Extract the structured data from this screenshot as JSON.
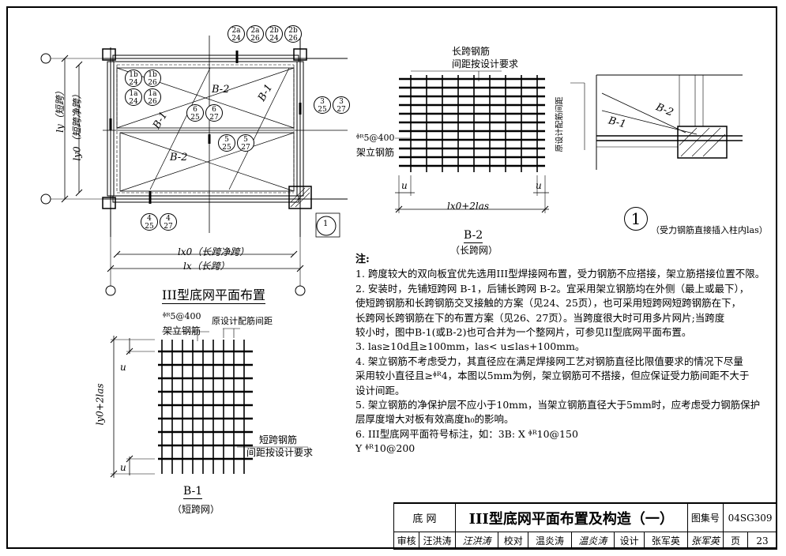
{
  "plan": {
    "title": "III型底网平面布置",
    "ly_label": "ly（短跨）",
    "ly0_label": "ly0（短跨净跨）",
    "lx0_label": "lx0（长跨净跨）",
    "lx_label": "lx（长跨）",
    "b2_label": "B-2",
    "b1_label": "B-1",
    "detail_ref": "1",
    "circles": [
      {
        "top": "2a",
        "bot": "24"
      },
      {
        "top": "2a",
        "bot": "26"
      },
      {
        "top": "2b",
        "bot": "24"
      },
      {
        "top": "2b",
        "bot": "26"
      },
      {
        "top": "1b",
        "bot": "24"
      },
      {
        "top": "1b",
        "bot": "26"
      },
      {
        "top": "1a",
        "bot": "24"
      },
      {
        "top": "1a",
        "bot": "26"
      },
      {
        "top": "3",
        "bot": "25"
      },
      {
        "top": "3",
        "bot": "27"
      },
      {
        "top": "6",
        "bot": "25"
      },
      {
        "top": "6",
        "bot": "27"
      },
      {
        "top": "5",
        "bot": "25"
      },
      {
        "top": "5",
        "bot": "27"
      },
      {
        "top": "4",
        "bot": "25"
      },
      {
        "top": "4",
        "bot": "27"
      }
    ]
  },
  "b2": {
    "top_label1": "长跨钢筋",
    "top_label2": "间距按设计要求",
    "left_label1": "ᶲᴿ5@400",
    "left_label2": "架立钢筋",
    "u1": "u",
    "u2": "u",
    "dim": "lx0+2las",
    "title": "B-2",
    "subtitle": "（长跨网）"
  },
  "b1": {
    "top_label1": "ᶲᴿ5@400",
    "top_label2": "架立钢筋",
    "top_label3": "原设计配筋间距",
    "u1": "u",
    "u2": "u",
    "dim": "ly0+2las",
    "right_label1": "短跨钢筋",
    "right_label2": "间距按设计要求",
    "title": "B-1",
    "subtitle": "（短跨网）"
  },
  "detail": {
    "b2": "B-2",
    "b1": "B-1",
    "side_label": "原设计配筋间距",
    "num": "1",
    "caption": "（受力钢筋直接插入柱内las）"
  },
  "notes": {
    "head": "注:",
    "items": [
      "1.  跨度较大的双向板宜优先选用III型焊接网布置，受力钢筋不应搭接，架立筋搭接位置不限。",
      "2.  安装时，先铺短跨网 B-1，后铺长跨网 B-2。宜采用架立钢筋均在外侧（最上或最下），",
      "     使短跨钢筋和长跨钢筋交叉接触的方案（见24、25页），也可采用短跨网短跨钢筋在下，",
      "     长跨网长跨钢筋在下的布置方案（见26、27页）。当跨度很大时可用多片网片;当跨度",
      "     较小时，图中B-1(或B-2)也可合并为一个整网片，可参见II型底网平面布置。",
      "3.  las≥10d且≥100mm，las< u≤las+100mm。",
      "4.  架立钢筋不考虑受力，其直径应在满足焊接网工艺对钢筋直径比限值要求的情况下尽量",
      "     采用较小直径且≥ᶲᴿ4，本图以5mm为例，架立钢筋可不搭接，但应保证受力筋间距不大于",
      "     设计间距。",
      "5.  架立钢筋的净保护层不应小于10mm，当架立钢筋直径大于5mm时，应考虑受力钢筋保护",
      "     层厚度增大对板有效高度h₀的影响。",
      "6.  III型底网平面符号标注，如：3B: X ᶲᴿ10@150",
      "                                              Y ᶲᴿ10@200"
    ]
  },
  "titleblock": {
    "category": "底   网",
    "title": "III型底网平面布置及构造（一）",
    "atlas_label": "图集号",
    "atlas_no": "04SG309",
    "review_label": "审核",
    "reviewer": "汪洪涛",
    "reviewer_sig": "汪洪涛",
    "check_label": "校对",
    "checker": "温炎涛",
    "checker_sig": "温炎涛",
    "design_label": "设计",
    "designer": "张军英",
    "designer_sig": "张军英",
    "page_label": "页",
    "page_no": "23"
  }
}
